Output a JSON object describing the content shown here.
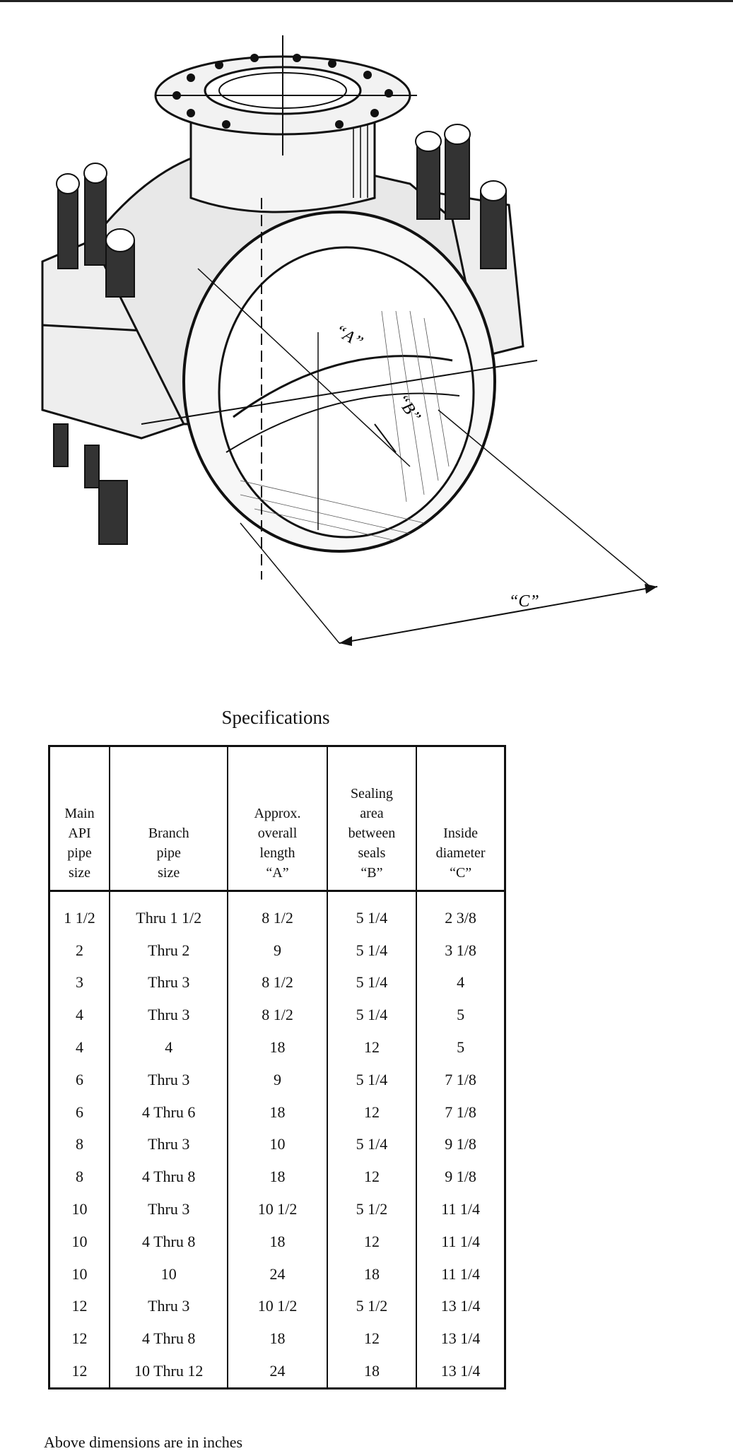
{
  "caption": "Specifications",
  "dimension_labels": {
    "a": "“A”",
    "b": "“B”",
    "c": "“C”"
  },
  "table": {
    "headers": [
      [
        "Main",
        "API",
        "pipe",
        "size"
      ],
      [
        "Branch",
        "pipe",
        "size"
      ],
      [
        "Approx.",
        "overall",
        "length",
        "“A”"
      ],
      [
        "Sealing",
        "area",
        "between",
        "seals",
        "“B”"
      ],
      [
        "Inside",
        "diameter",
        "“C”"
      ]
    ],
    "rows": [
      [
        "1 1/2",
        "Thru 1 1/2",
        "8 1/2",
        "5 1/4",
        "2 3/8"
      ],
      [
        "2",
        "Thru 2",
        "9",
        "5 1/4",
        "3 1/8"
      ],
      [
        "3",
        "Thru 3",
        "8 1/2",
        "5 1/4",
        "4"
      ],
      [
        "4",
        "Thru 3",
        "8 1/2",
        "5 1/4",
        "5"
      ],
      [
        "4",
        "4",
        "18",
        "12",
        "5"
      ],
      [
        "6",
        "Thru 3",
        "9",
        "5 1/4",
        "7 1/8"
      ],
      [
        "6",
        "4 Thru 6",
        "18",
        "12",
        "7 1/8"
      ],
      [
        "8",
        "Thru 3",
        "10",
        "5 1/4",
        "9 1/8"
      ],
      [
        "8",
        "4 Thru 8",
        "18",
        "12",
        "9 1/8"
      ],
      [
        "10",
        "Thru 3",
        "10 1/2",
        "5 1/2",
        "11 1/4"
      ],
      [
        "10",
        "4 Thru 8",
        "18",
        "12",
        "11 1/4"
      ],
      [
        "10",
        "10",
        "24",
        "18",
        "11 1/4"
      ],
      [
        "12",
        "Thru 3",
        "10 1/2",
        "5 1/2",
        "13 1/4"
      ],
      [
        "12",
        "4 Thru 8",
        "18",
        "12",
        "13 1/4"
      ],
      [
        "12",
        "10 Thru 12",
        "24",
        "18",
        "13 1/4"
      ]
    ]
  },
  "footnote": "Above dimensions are in inches"
}
